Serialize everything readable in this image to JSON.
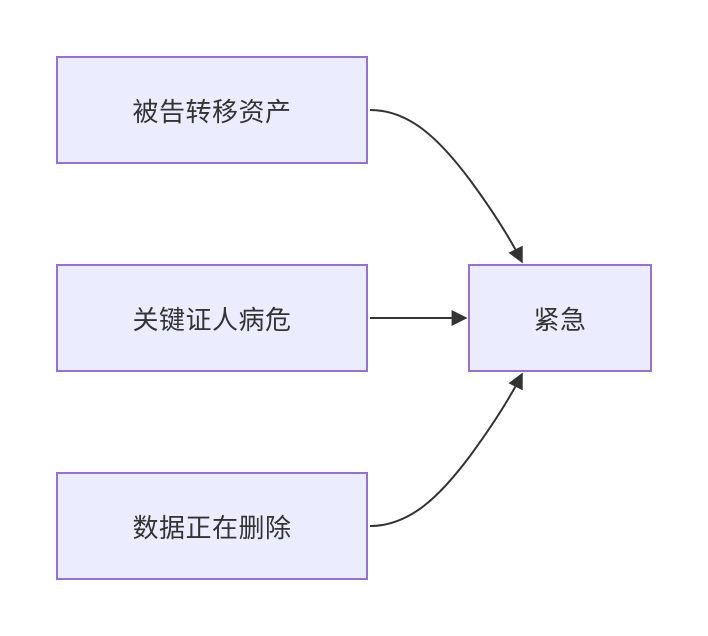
{
  "nodes": {
    "assets": "被告转移资产",
    "witness": "关键证人病危",
    "deleting": "数据正在删除",
    "urgent": "紧急"
  },
  "edges": [
    {
      "from": "assets",
      "to": "urgent"
    },
    {
      "from": "witness",
      "to": "urgent"
    },
    {
      "from": "deleting",
      "to": "urgent"
    }
  ],
  "colors": {
    "node_fill": "#ececff",
    "node_border": "#9370db",
    "edge": "#333333",
    "text": "#333333"
  }
}
